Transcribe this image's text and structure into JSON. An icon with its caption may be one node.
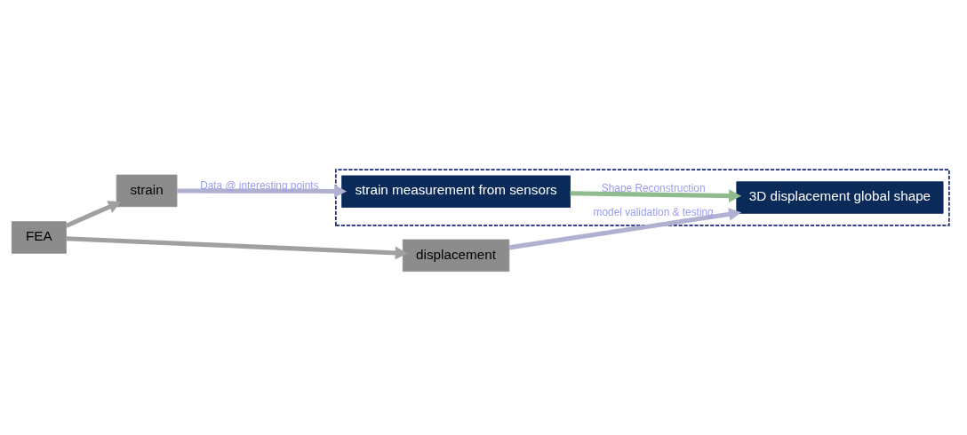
{
  "diagram": {
    "nodes": [
      {
        "text": [],
        "shape": "box"
      },
      {
        "text": [
          "strain measurement from sensors"
        ],
        "in": 0
      },
      {
        "text": [
          "3D displacement global shape"
        ],
        "in": 0
      },
      {
        "text": [
          "strain"
        ]
      },
      {
        "text": [
          "FEA"
        ]
      },
      {
        "text": [
          "displacement"
        ]
      }
    ],
    "edges": [
      {
        "from": 1,
        "to": 2,
        "arrow": "to",
        "label": "Shape Reconstruction",
        "color": "#8fbc8f"
      },
      {
        "from": 3,
        "to": 1,
        "arrow": "to",
        "label": "Data @ interesting points",
        "color": "#b0b0d0"
      },
      {
        "from": 4,
        "to": 3,
        "arrow": "to",
        "color": "#a0a0a0"
      },
      {
        "from": 4,
        "to": 5,
        "arrow": "to",
        "color": "#a0a0a0"
      },
      {
        "from": 5,
        "to": 2,
        "arrow": "to",
        "label": "model validation & testing",
        "color": "#b0b0d0"
      }
    ]
  }
}
